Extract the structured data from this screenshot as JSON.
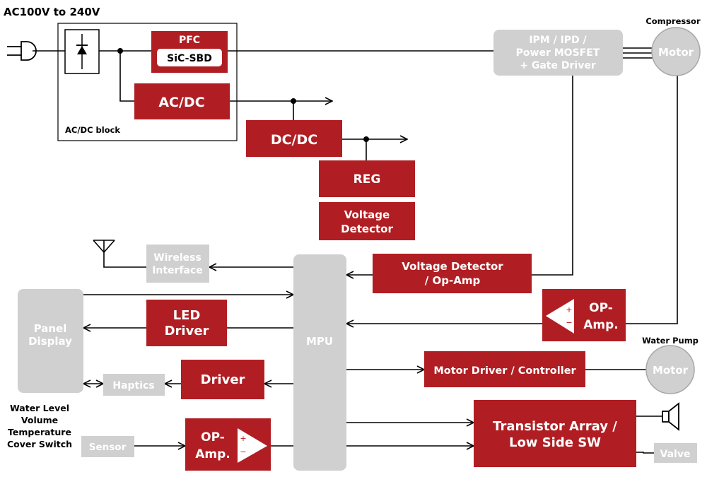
{
  "input_label": "AC100V to 240V",
  "acdc_block_label": "AC/DC block",
  "pfc": {
    "title": "PFC",
    "sub": "SiC-SBD"
  },
  "acdc": "AC/DC",
  "dcdc": "DC/DC",
  "reg": "REG",
  "voltage_detector": [
    "Voltage",
    "Detector"
  ],
  "ipm": [
    "IPM / IPD /",
    "Power MOSFET",
    "+ Gate Driver"
  ],
  "compressor_label": "Compressor",
  "motor": "Motor",
  "water_pump_label": "Water Pump",
  "wireless": [
    "Wireless",
    "Interface"
  ],
  "vd_opamp": [
    "Voltage Detector",
    "/ Op-Amp"
  ],
  "opamp_right": [
    "OP-",
    "Amp."
  ],
  "opamp_left": [
    "OP-",
    "Amp."
  ],
  "panel": [
    "Panel",
    "Display"
  ],
  "led_driver": [
    "LED",
    "Driver"
  ],
  "mpu": "MPU",
  "motor_driver": "Motor Driver / Controller",
  "driver": "Driver",
  "haptics": "Haptics",
  "sensor_inputs": [
    "Water Level",
    "Volume",
    "Temperature",
    "Cover Switch"
  ],
  "sensor": "Sensor",
  "transistor": [
    "Transistor Array /",
    "Low Side SW"
  ],
  "valve": "Valve",
  "colors": {
    "red": "#b01e23",
    "grey": "#d0d0d0",
    "grey_text": "#ffffff",
    "line": "#000000"
  }
}
